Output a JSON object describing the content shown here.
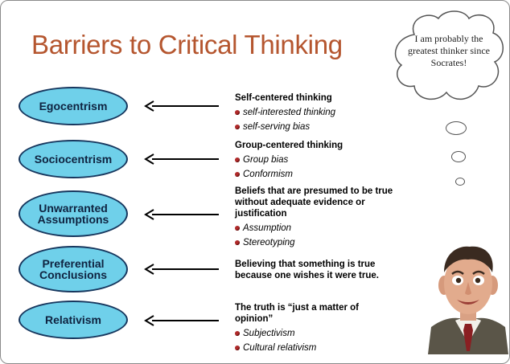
{
  "title": "Barriers to Critical Thinking",
  "thought_bubble": "I am probably the greatest thinker since Socrates!",
  "barriers": [
    {
      "name": "Egocentrism",
      "heading": "Self-centered thinking",
      "bullets": [
        "self-interested thinking",
        "self-serving bias"
      ]
    },
    {
      "name": "Sociocentrism",
      "heading": "Group-centered thinking",
      "bullets": [
        "Group bias",
        "Conformism"
      ]
    },
    {
      "name_lines": [
        "Unwarranted",
        "Assumptions"
      ],
      "heading": "Beliefs that are presumed to be true without adequate evidence or justification",
      "bullets": [
        "Assumption",
        "Stereotyping"
      ]
    },
    {
      "name_lines": [
        "Preferential",
        "Conclusions"
      ],
      "heading": "Believing that something is true because one wishes it were true.",
      "bullets": []
    },
    {
      "name": "Relativism",
      "heading": "The truth is “just a  matter of opinion”",
      "bullets": [
        "Subjectivism",
        "Cultural relativism"
      ]
    }
  ],
  "colors": {
    "title": "#b5562f",
    "ellipse_fill": "#6fd0ea",
    "ellipse_border": "#17375e",
    "bullet": "#b02a2a"
  },
  "icons": {
    "bullet": "round-red-bullet-icon",
    "arrow": "left-arrow-icon"
  }
}
